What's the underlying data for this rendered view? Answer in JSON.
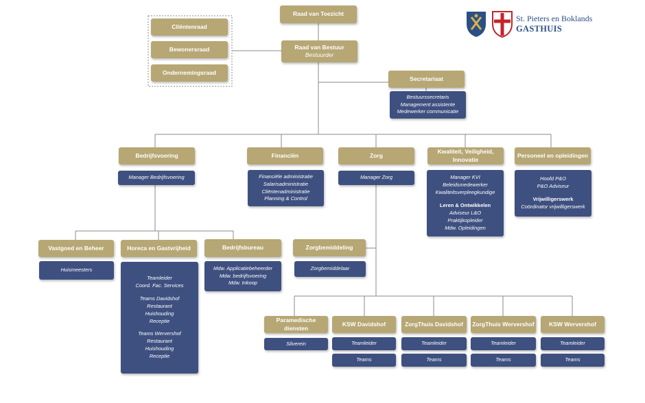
{
  "logo": {
    "line1": "St. Pieters en Boklands",
    "line2": "GASTHUIS",
    "colors": {
      "brand_blue": "#2c4f86",
      "brand_red": "#c4232b",
      "brand_gold": "#d8b24a"
    }
  },
  "colors": {
    "gold_box": "#b6a774",
    "navy_box": "#3e5080",
    "connector": "#8a8a8a"
  },
  "councils": [
    "Cliëntenraad",
    "Bewonersraad",
    "Ondernemingsraad"
  ],
  "top": {
    "raad_toezicht": "Raad van Toezicht",
    "raad_bestuur": "Raad van Bestuur",
    "bestuurder": "Bestuurder",
    "secretariaat": "Secretariaat",
    "secretariaat_staff": [
      "Bestuurssecretaris",
      "Management assistente",
      "Medewerker communicatie"
    ]
  },
  "departments": {
    "bedrijfsvoering": {
      "title": "Bedrijfsvoering",
      "staff": [
        "Manager Bedrijfsvoering"
      ]
    },
    "financien": {
      "title": "Financiën",
      "staff": [
        "Financiële administratie",
        "Salarisadministratie",
        "Cliëntenadministratie",
        "Planning & Control"
      ]
    },
    "zorg": {
      "title": "Zorg",
      "staff": [
        "Manager Zorg"
      ]
    },
    "kwaliteit": {
      "title": "Kwaliteit, Veiligheid, Innovatie",
      "staff": [
        "Manager KVI",
        "Beleidsmedewerker",
        "Kwaliteitsverpleegkundige"
      ],
      "sub_heading": "Leren & Ontwikkelen",
      "sub_staff": [
        "Adviseur L&O",
        "Praktijkopleider",
        "Mdw. Opleidingen"
      ]
    },
    "personeel": {
      "title": "Personeel en opleidingen",
      "staff": [
        "Hoofd P&O",
        "P&O Adviseur"
      ],
      "sub_heading": "Vrijwilligerswerk",
      "sub_staff": [
        "Coördinator vrijwilligerswerk"
      ]
    }
  },
  "bedrijfsvoering_units": {
    "vastgoed": {
      "title": "Vastgoed en Beheer",
      "staff": [
        "Huismeesters"
      ]
    },
    "horeca": {
      "title": "Horeca en Gastvrijheid",
      "staff": [
        "Teamleider",
        "Coord. Fac. Services"
      ],
      "davidshof_heading": "Teams Davidshof",
      "davidshof_items": [
        "Restaurant",
        "Huishouding",
        "Receptie"
      ],
      "wervershof_heading": "Teams Wervershof",
      "wervershof_items": [
        "Restaurant",
        "Huishouding",
        "Receptie"
      ]
    },
    "bedrijfsbureau": {
      "title": "Bedrijfsbureau",
      "staff": [
        "Mdw. Applicatiebeheerder",
        "Mdw. bedrijfsvoering",
        "Mdw. Inkoop"
      ]
    }
  },
  "zorg_units": {
    "zorgbemiddeling": {
      "title": "Zorgbemiddeling",
      "staff": [
        "Zorgbemiddelaar"
      ]
    },
    "paramedisch": {
      "title": "Paramedische diensten",
      "staff": [
        "Silverein"
      ]
    },
    "ksw_davidshof": {
      "title": "KSW Davidshof",
      "staff": [
        "Teamleider",
        "Teams"
      ]
    },
    "zorgthuis_davidshof": {
      "title": "ZorgThuis Davidshof",
      "staff": [
        "Teamleider",
        "Teams"
      ]
    },
    "zorgthuis_wervershof": {
      "title": "ZorgThuis Wervershof",
      "staff": [
        "Teamleider",
        "Teams"
      ]
    },
    "ksw_wervershof": {
      "title": "KSW Wervershof",
      "staff": [
        "Teamleider",
        "Teams"
      ]
    }
  }
}
